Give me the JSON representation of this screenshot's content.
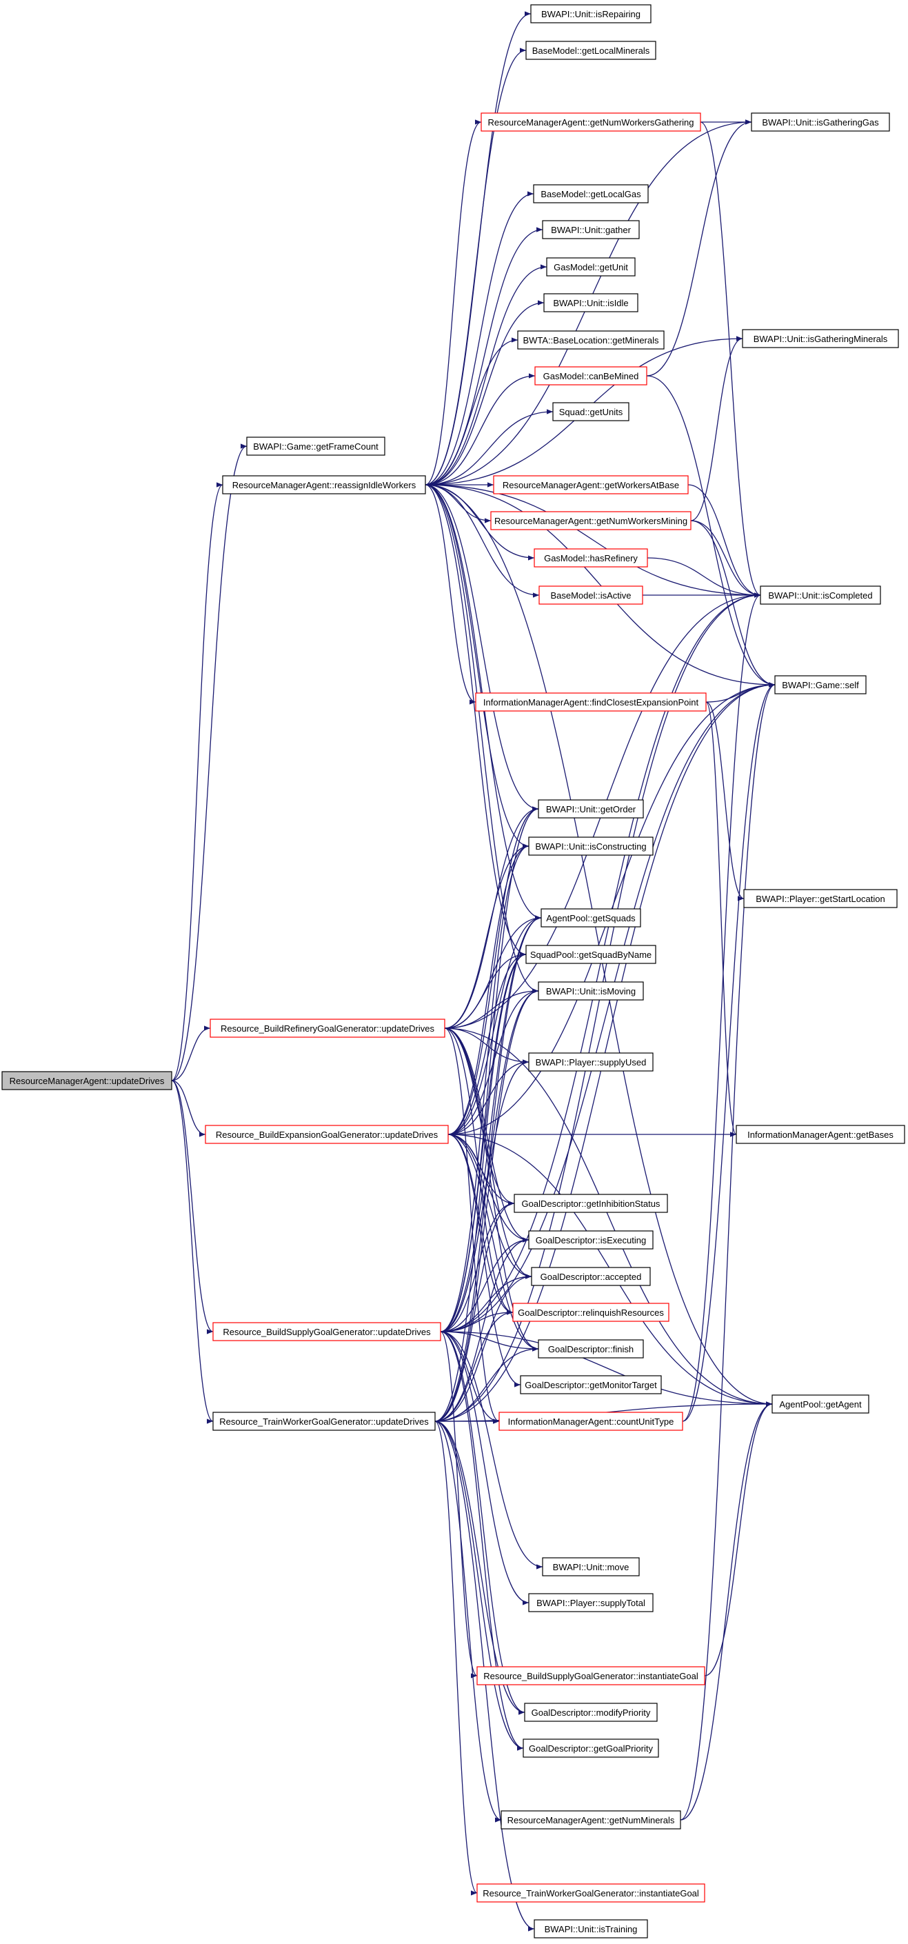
{
  "colors": {
    "edge": "#191970",
    "border_default": "#000000",
    "border_truncated": "#ff0000",
    "root_fill": "#bfbfbf",
    "node_fill": "#ffffff"
  },
  "graph": {
    "root": "ResourceManagerAgent::updateDrives",
    "nodes": [
      {
        "id": "n0",
        "label": "BWAPI::Unit::isRepairing",
        "truncated": false
      },
      {
        "id": "n1",
        "label": "BaseModel::getLocalMinerals",
        "truncated": false
      },
      {
        "id": "n2",
        "label": "ResourceManagerAgent::getNumWorkersGathering",
        "truncated": true
      },
      {
        "id": "n3",
        "label": "BWAPI::Unit::isGatheringGas",
        "truncated": false
      },
      {
        "id": "n4",
        "label": "BaseModel::getLocalGas",
        "truncated": false
      },
      {
        "id": "n5",
        "label": "BWAPI::Unit::gather",
        "truncated": false
      },
      {
        "id": "n6",
        "label": "GasModel::getUnit",
        "truncated": false
      },
      {
        "id": "n7",
        "label": "BWAPI::Unit::isIdle",
        "truncated": false
      },
      {
        "id": "n8",
        "label": "BWTA::BaseLocation::getMinerals",
        "truncated": false
      },
      {
        "id": "n9",
        "label": "BWAPI::Unit::isGatheringMinerals",
        "truncated": false
      },
      {
        "id": "n10",
        "label": "GasModel::canBeMined",
        "truncated": true
      },
      {
        "id": "n11",
        "label": "Squad::getUnits",
        "truncated": false
      },
      {
        "id": "n12",
        "label": "BWAPI::Game::getFrameCount",
        "truncated": false
      },
      {
        "id": "n13",
        "label": "ResourceManagerAgent::reassignIdleWorkers",
        "truncated": false
      },
      {
        "id": "n14",
        "label": "ResourceManagerAgent::getWorkersAtBase",
        "truncated": true
      },
      {
        "id": "n15",
        "label": "ResourceManagerAgent::getNumWorkersMining",
        "truncated": true
      },
      {
        "id": "n16",
        "label": "GasModel::hasRefinery",
        "truncated": true
      },
      {
        "id": "n17",
        "label": "BaseModel::isActive",
        "truncated": true
      },
      {
        "id": "n18",
        "label": "BWAPI::Unit::isCompleted",
        "truncated": false
      },
      {
        "id": "n19",
        "label": "InformationManagerAgent::findClosestExpansionPoint",
        "truncated": true
      },
      {
        "id": "n20",
        "label": "BWAPI::Game::self",
        "truncated": false
      },
      {
        "id": "n21",
        "label": "BWAPI::Unit::getOrder",
        "truncated": false
      },
      {
        "id": "n22",
        "label": "BWAPI::Unit::isConstructing",
        "truncated": false
      },
      {
        "id": "n23",
        "label": "BWAPI::Player::getStartLocation",
        "truncated": false
      },
      {
        "id": "n24",
        "label": "AgentPool::getSquads",
        "truncated": false
      },
      {
        "id": "n25",
        "label": "SquadPool::getSquadByName",
        "truncated": false
      },
      {
        "id": "n26",
        "label": "BWAPI::Unit::isMoving",
        "truncated": false
      },
      {
        "id": "n27",
        "label": "Resource_BuildRefineryGoalGenerator::updateDrives",
        "truncated": true
      },
      {
        "id": "n28",
        "label": "BWAPI::Player::supplyUsed",
        "truncated": false
      },
      {
        "id": "n29",
        "label": "ResourceManagerAgent::updateDrives",
        "truncated": false,
        "root": true
      },
      {
        "id": "n30",
        "label": "Resource_BuildExpansionGoalGenerator::updateDrives",
        "truncated": true
      },
      {
        "id": "n31",
        "label": "InformationManagerAgent::getBases",
        "truncated": false
      },
      {
        "id": "n32",
        "label": "GoalDescriptor::getInhibitionStatus",
        "truncated": false
      },
      {
        "id": "n33",
        "label": "GoalDescriptor::isExecuting",
        "truncated": false
      },
      {
        "id": "n34",
        "label": "GoalDescriptor::accepted",
        "truncated": false
      },
      {
        "id": "n35",
        "label": "GoalDescriptor::relinquishResources",
        "truncated": true
      },
      {
        "id": "n36",
        "label": "Resource_BuildSupplyGoalGenerator::updateDrives",
        "truncated": true
      },
      {
        "id": "n37",
        "label": "GoalDescriptor::finish",
        "truncated": false
      },
      {
        "id": "n38",
        "label": "GoalDescriptor::getMonitorTarget",
        "truncated": false
      },
      {
        "id": "n39",
        "label": "AgentPool::getAgent",
        "truncated": false
      },
      {
        "id": "n40",
        "label": "Resource_TrainWorkerGoalGenerator::updateDrives",
        "truncated": false
      },
      {
        "id": "n41",
        "label": "InformationManagerAgent::countUnitType",
        "truncated": true
      },
      {
        "id": "n42",
        "label": "BWAPI::Unit::move",
        "truncated": false
      },
      {
        "id": "n43",
        "label": "BWAPI::Player::supplyTotal",
        "truncated": false
      },
      {
        "id": "n44",
        "label": "Resource_BuildSupplyGoalGenerator::instantiateGoal",
        "truncated": true
      },
      {
        "id": "n45",
        "label": "GoalDescriptor::modifyPriority",
        "truncated": false
      },
      {
        "id": "n46",
        "label": "GoalDescriptor::getGoalPriority",
        "truncated": false
      },
      {
        "id": "n47",
        "label": "ResourceManagerAgent::getNumMinerals",
        "truncated": false
      },
      {
        "id": "n48",
        "label": "Resource_TrainWorkerGoalGenerator::instantiateGoal",
        "truncated": true
      },
      {
        "id": "n49",
        "label": "BWAPI::Unit::isTraining",
        "truncated": false
      }
    ],
    "edges": [
      [
        "n29",
        "n12"
      ],
      [
        "n29",
        "n13"
      ],
      [
        "n29",
        "n27"
      ],
      [
        "n29",
        "n30"
      ],
      [
        "n29",
        "n36"
      ],
      [
        "n29",
        "n40"
      ],
      [
        "n13",
        "n0"
      ],
      [
        "n13",
        "n1"
      ],
      [
        "n13",
        "n2"
      ],
      [
        "n13",
        "n3"
      ],
      [
        "n13",
        "n4"
      ],
      [
        "n13",
        "n5"
      ],
      [
        "n13",
        "n6"
      ],
      [
        "n13",
        "n7"
      ],
      [
        "n13",
        "n8"
      ],
      [
        "n13",
        "n9"
      ],
      [
        "n13",
        "n10"
      ],
      [
        "n13",
        "n11"
      ],
      [
        "n13",
        "n14"
      ],
      [
        "n13",
        "n15"
      ],
      [
        "n13",
        "n16"
      ],
      [
        "n13",
        "n17"
      ],
      [
        "n13",
        "n18"
      ],
      [
        "n13",
        "n19"
      ],
      [
        "n13",
        "n20"
      ],
      [
        "n13",
        "n21"
      ],
      [
        "n13",
        "n22"
      ],
      [
        "n13",
        "n24"
      ],
      [
        "n13",
        "n25"
      ],
      [
        "n13",
        "n26"
      ],
      [
        "n13",
        "n39"
      ],
      [
        "n2",
        "n3"
      ],
      [
        "n2",
        "n18"
      ],
      [
        "n10",
        "n3"
      ],
      [
        "n10",
        "n20"
      ],
      [
        "n14",
        "n18"
      ],
      [
        "n15",
        "n9"
      ],
      [
        "n15",
        "n18"
      ],
      [
        "n15",
        "n20"
      ],
      [
        "n16",
        "n18"
      ],
      [
        "n17",
        "n18"
      ],
      [
        "n19",
        "n20"
      ],
      [
        "n19",
        "n23"
      ],
      [
        "n19",
        "n31"
      ],
      [
        "n41",
        "n18"
      ],
      [
        "n41",
        "n20"
      ],
      [
        "n47",
        "n20"
      ],
      [
        "n47",
        "n39"
      ],
      [
        "n44",
        "n39"
      ],
      [
        "n27",
        "n18"
      ],
      [
        "n27",
        "n21"
      ],
      [
        "n27",
        "n22"
      ],
      [
        "n27",
        "n24"
      ],
      [
        "n27",
        "n25"
      ],
      [
        "n27",
        "n26"
      ],
      [
        "n27",
        "n28"
      ],
      [
        "n27",
        "n32"
      ],
      [
        "n27",
        "n33"
      ],
      [
        "n27",
        "n34"
      ],
      [
        "n27",
        "n35"
      ],
      [
        "n27",
        "n37"
      ],
      [
        "n27",
        "n39"
      ],
      [
        "n27",
        "n41"
      ],
      [
        "n30",
        "n20"
      ],
      [
        "n30",
        "n21"
      ],
      [
        "n30",
        "n22"
      ],
      [
        "n30",
        "n24"
      ],
      [
        "n30",
        "n25"
      ],
      [
        "n30",
        "n26"
      ],
      [
        "n30",
        "n28"
      ],
      [
        "n30",
        "n31"
      ],
      [
        "n30",
        "n32"
      ],
      [
        "n30",
        "n33"
      ],
      [
        "n30",
        "n34"
      ],
      [
        "n30",
        "n35"
      ],
      [
        "n30",
        "n37"
      ],
      [
        "n30",
        "n38"
      ],
      [
        "n30",
        "n39"
      ],
      [
        "n36",
        "n18"
      ],
      [
        "n36",
        "n20"
      ],
      [
        "n36",
        "n21"
      ],
      [
        "n36",
        "n22"
      ],
      [
        "n36",
        "n24"
      ],
      [
        "n36",
        "n25"
      ],
      [
        "n36",
        "n26"
      ],
      [
        "n36",
        "n28"
      ],
      [
        "n36",
        "n32"
      ],
      [
        "n36",
        "n33"
      ],
      [
        "n36",
        "n34"
      ],
      [
        "n36",
        "n35"
      ],
      [
        "n36",
        "n37"
      ],
      [
        "n36",
        "n39"
      ],
      [
        "n36",
        "n41"
      ],
      [
        "n36",
        "n42"
      ],
      [
        "n36",
        "n43"
      ],
      [
        "n36",
        "n44"
      ],
      [
        "n36",
        "n45"
      ],
      [
        "n36",
        "n46"
      ],
      [
        "n40",
        "n18"
      ],
      [
        "n40",
        "n20"
      ],
      [
        "n40",
        "n24"
      ],
      [
        "n40",
        "n25"
      ],
      [
        "n40",
        "n26"
      ],
      [
        "n40",
        "n32"
      ],
      [
        "n40",
        "n33"
      ],
      [
        "n40",
        "n34"
      ],
      [
        "n40",
        "n35"
      ],
      [
        "n40",
        "n37"
      ],
      [
        "n40",
        "n39"
      ],
      [
        "n40",
        "n41"
      ],
      [
        "n40",
        "n45"
      ],
      [
        "n40",
        "n46"
      ],
      [
        "n40",
        "n47"
      ],
      [
        "n40",
        "n48"
      ],
      [
        "n40",
        "n49"
      ]
    ]
  }
}
